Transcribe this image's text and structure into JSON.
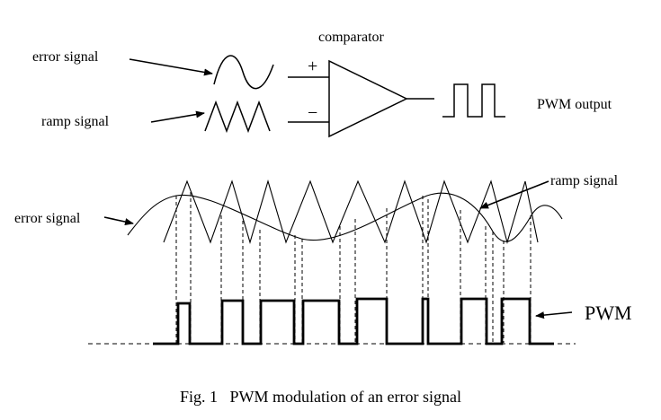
{
  "labels": {
    "comparator": "comparator",
    "plus": "+",
    "minus": "−",
    "error_signal_top": "error signal",
    "ramp_signal_top": "ramp signal",
    "pwm_output": "PWM output",
    "ramp_signal_bottom": "ramp signal",
    "error_signal_bottom": "error signal",
    "pwm": "PWM"
  },
  "caption": "Fig. 1   PWM modulation of an error signal",
  "colors": {
    "stroke": "#000000",
    "spellcheck_underline": "#3a8a3a"
  }
}
